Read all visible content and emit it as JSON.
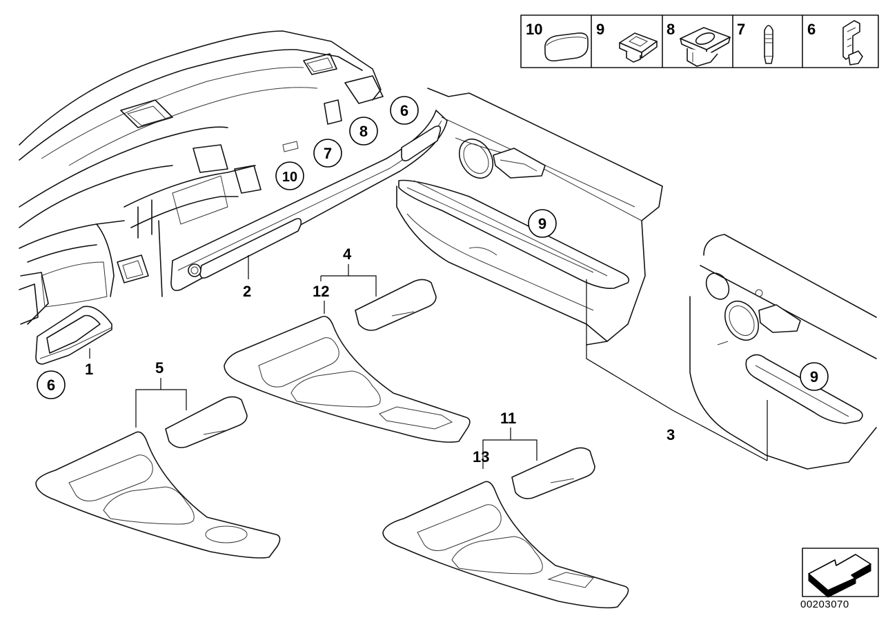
{
  "diagram": {
    "reference_number": "00203070",
    "legend_box": [
      {
        "number": "10",
        "icon": "oval-cap-icon"
      },
      {
        "number": "9",
        "icon": "square-clip-icon"
      },
      {
        "number": "8",
        "icon": "grommet-icon"
      },
      {
        "number": "7",
        "icon": "pin-icon"
      },
      {
        "number": "6",
        "icon": "bracket-clip-icon"
      }
    ],
    "callouts": {
      "c1": "1",
      "c2": "2",
      "c3": "3",
      "c4": "4",
      "c5": "5",
      "c6a": "6",
      "c6b": "6",
      "c7": "7",
      "c8": "8",
      "c9a": "9",
      "c9b": "9",
      "c10": "10",
      "c11": "11",
      "c12": "12",
      "c13": "13"
    }
  }
}
